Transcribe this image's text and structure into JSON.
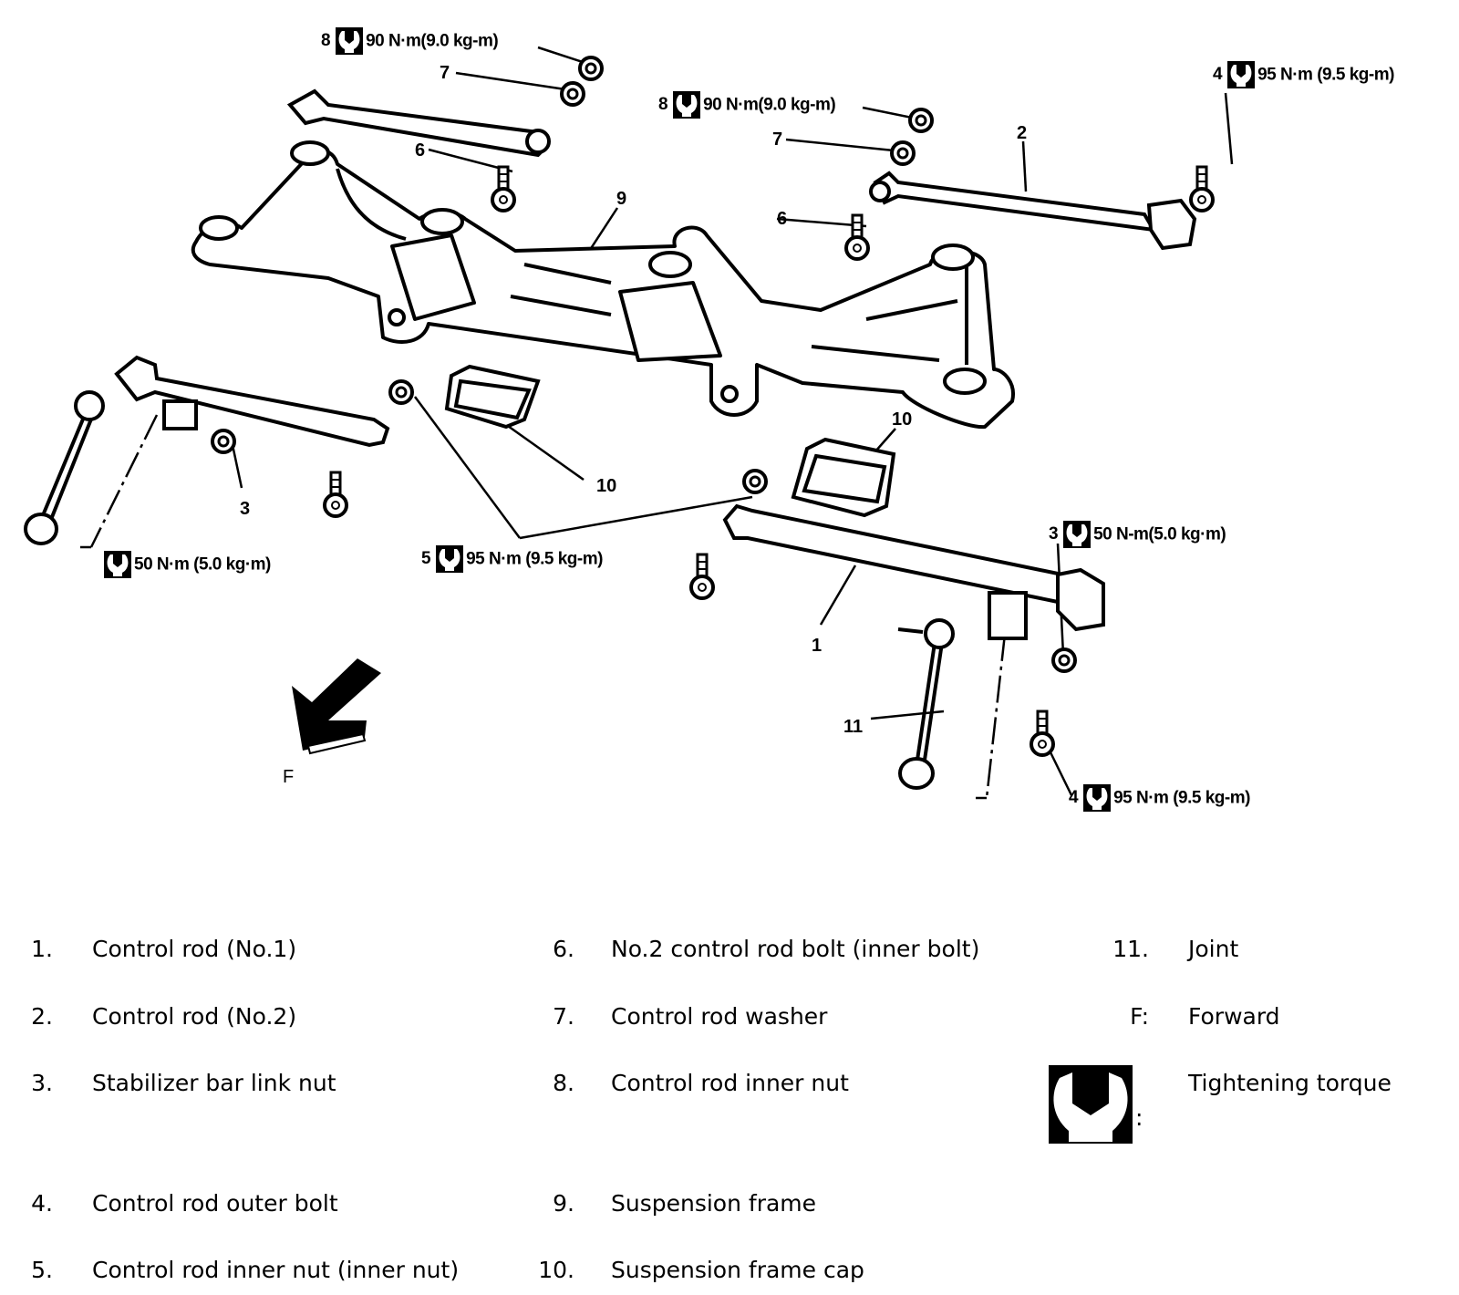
{
  "callouts": {
    "nut8_left": {
      "num": "8",
      "torque": "90 N·m(9.0 kg-m)"
    },
    "washer7_left": {
      "num": "7"
    },
    "bolt6_left": {
      "num": "6"
    },
    "nut8_right": {
      "num": "8",
      "torque": "90 N·m(9.0 kg-m)"
    },
    "washer7_right": {
      "num": "7"
    },
    "rod2": {
      "num": "2"
    },
    "bolt4_top": {
      "num": "4",
      "torque": "95 N·m (9.5 kg-m)"
    },
    "frame9": {
      "num": "9"
    },
    "bolt6_right": {
      "num": "6"
    },
    "cap10_right": {
      "num": "10"
    },
    "cap10_left": {
      "num": "10"
    },
    "nut3_left": {
      "num": "3"
    },
    "joint_left_torque": {
      "torque": "50 N·m (5.0 kg·m)"
    },
    "nut5": {
      "num": "5",
      "torque": "95 N·m (9.5 kg-m)"
    },
    "nut3_right": {
      "num": "3",
      "torque": "50 N-m(5.0 kg·m)"
    },
    "rod1": {
      "num": "1"
    },
    "joint11": {
      "num": "11"
    },
    "bolt4_bottom": {
      "num": "4",
      "torque": "95 N·m (9.5 kg-m)"
    },
    "forward": {
      "label": "F"
    }
  },
  "legend": {
    "items": [
      {
        "num": "1.",
        "text": "Control rod (No.1)"
      },
      {
        "num": "2.",
        "text": "Control rod (No.2)"
      },
      {
        "num": "3.",
        "text": "Stabilizer bar link nut"
      },
      {
        "num": "4.",
        "text": "Control rod outer bolt"
      },
      {
        "num": "5.",
        "text": "Control rod inner nut (inner nut)"
      },
      {
        "num": "6.",
        "text": "No.2 control rod bolt (inner bolt)"
      },
      {
        "num": "7.",
        "text": "Control rod washer"
      },
      {
        "num": "8.",
        "text": "Control rod inner nut"
      },
      {
        "num": "9.",
        "text": "Suspension frame"
      },
      {
        "num": "10.",
        "text": "Suspension frame cap"
      },
      {
        "num": "11.",
        "text": "Joint"
      },
      {
        "num": "F:",
        "text": "Forward"
      }
    ],
    "torque_symbol": {
      "suffix": ":",
      "text": "Tightening torque",
      "icon": "wrench-icon"
    }
  }
}
